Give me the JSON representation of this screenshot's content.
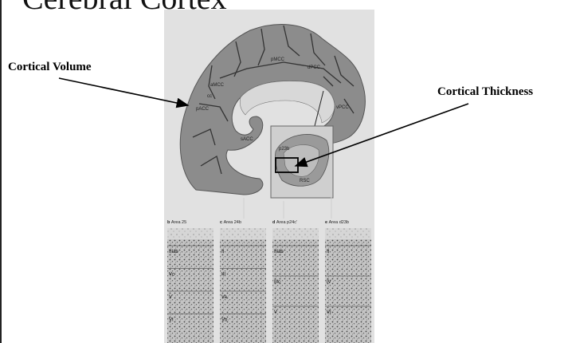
{
  "slide": {
    "title": "Cerebral Cortex",
    "labels": {
      "cortical_volume": "Cortical Volume",
      "cortical_thickness": "Cortical Thickness"
    }
  },
  "figure": {
    "brain_regions": [
      "sACC",
      "pACC",
      "aMCC",
      "pMCC",
      "dPCC",
      "vPCC",
      "cc",
      "p23b",
      "RSC"
    ],
    "panels": [
      {
        "label": "b",
        "area": "Area 25",
        "layers": [
          "IIIab",
          "Vc",
          "V",
          "VI"
        ]
      },
      {
        "label": "c",
        "area": "Area 24b",
        "layers": [
          "II",
          "III",
          "Va",
          "Vb"
        ]
      },
      {
        "label": "d",
        "area": "Area p24c'",
        "layers": [
          "IIIab",
          "IIIc",
          "V"
        ]
      },
      {
        "label": "e",
        "area": "Area d23b",
        "layers": [
          "II",
          "IV",
          "VI"
        ]
      }
    ]
  },
  "colors": {
    "figure_bg": "#dcdcdc",
    "brain": "#8a8a8a",
    "panel": "#b3b3b3",
    "text": "#000000"
  }
}
